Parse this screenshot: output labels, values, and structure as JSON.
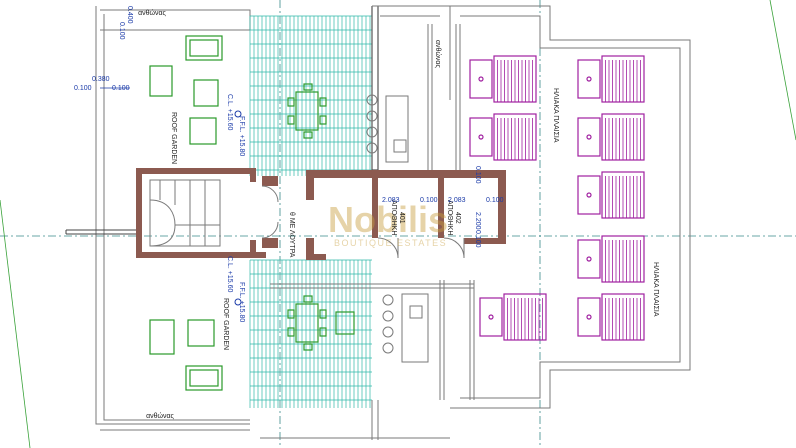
{
  "labels": {
    "anthonas_top": "ανθώνας",
    "anthonas_bottom": "ανθώνας",
    "anthonas_vertical": "ανθώνας",
    "roof_garden_top": "ROOF GARDEN",
    "roof_garden_bottom": "ROOF GARDEN",
    "solar_top": "ΗΛΙΑΚΑ ΠΛΑΙΣΙΑ",
    "solar_bottom": "ΗΛΙΑΚΑ ΠΛΑΙΣΙΑ",
    "storage_left": "ΑΠΟΘΗΚΗ",
    "storage_right": "ΑΠΟΘΗΚΗ",
    "storage_left_code": "401",
    "storage_right_code": "402",
    "boiler": "θ ΜΕ ΛΟΥΤΡΑ",
    "level_top_cl": "C.L. +15.60",
    "level_top_ffl": "F.F.L. +15.80",
    "level_bottom_cl": "C.L. +15.60",
    "level_bottom_ffl": "F.F.L. +15.80",
    "watermark_main": "Nobilis",
    "watermark_sub": "BOUTIQUE ESTATES"
  },
  "dimensions": {
    "d_0400": "0.400",
    "d_0100_a": "0.100",
    "d_0380": "0.380",
    "d_0100_b": "0.100",
    "d_0100_c": "0.100",
    "d_2083_a": "2.083",
    "d_0100_d": "0.100",
    "d_2083_b": "2.083",
    "d_0100_e": "0.100",
    "d_2200": "2.200",
    "d_0100_f": "0.100",
    "d_0100_g": "0.100"
  },
  "colors": {
    "pergola": "#2fb8a8",
    "furniture": "#2a9a2a",
    "solar": "#a020a0",
    "dimension": "#1a3aa8"
  }
}
